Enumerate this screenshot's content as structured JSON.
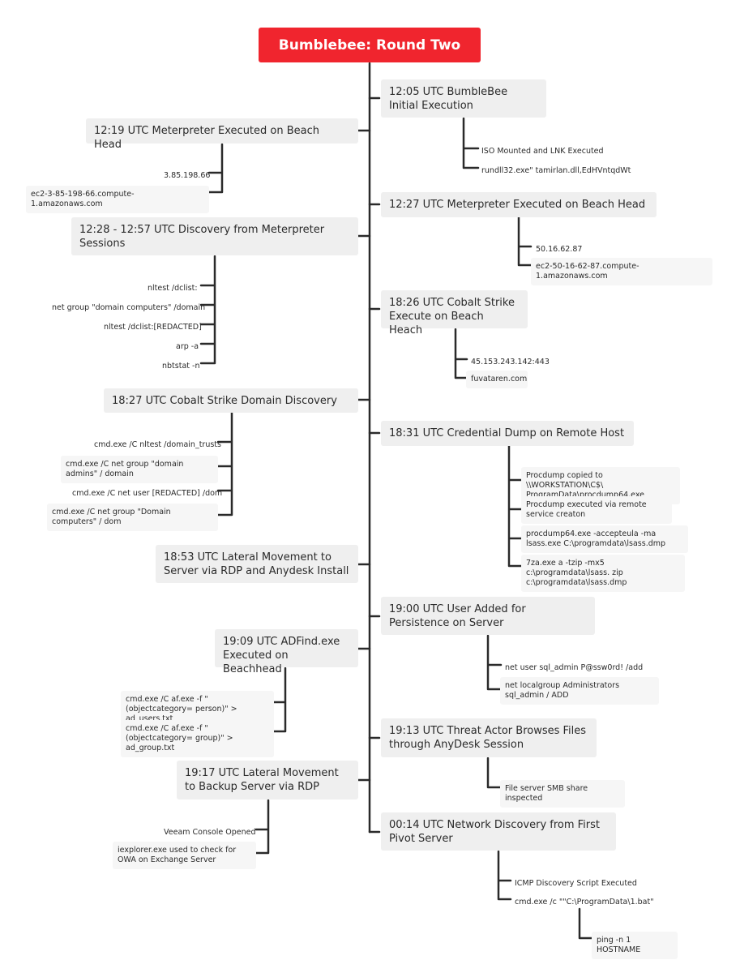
{
  "title": "Bumblebee: Round Two",
  "right": [
    {
      "label": "12:05 UTC BumbleBee Initial Execution",
      "items": [
        "ISO Mounted and LNK Executed",
        "rundll32.exe\" tamirlan.dll,EdHVntqdWt"
      ]
    },
    {
      "label": "12:27 UTC Meterpreter Executed on Beach Head",
      "items": [
        "50.16.62.87",
        "ec2-50-16-62-87.compute-1.amazonaws.com"
      ]
    },
    {
      "label": "18:26 UTC Cobalt Strike Execute on Beach Heach",
      "items": [
        "45.153.243.142:443",
        "fuvataren.com"
      ]
    },
    {
      "label": "18:31 UTC Credential Dump on Remote Host",
      "items": [
        "Procdump copied to \\\\WORKSTATION\\C$\\ ProgramData\\procdump64.exe",
        "Procdump executed via remote service creaton",
        "procdump64.exe -accepteula -ma lsass.exe C:\\programdata\\lsass.dmp",
        "7za.exe a -tzip -mx5 c:\\programdata\\lsass. zip c:\\programdata\\lsass.dmp"
      ]
    },
    {
      "label": "19:00 UTC User Added for Persistence on Server",
      "items": [
        "net user sql_admin P@ssw0rd! /add",
        "net localgroup Administrators sql_admin / ADD"
      ]
    },
    {
      "label": "19:13 UTC Threat Actor Browses Files through AnyDesk Session",
      "items": [
        "File server SMB share inspected"
      ]
    },
    {
      "label": "00:14 UTC Network Discovery from First Pivot Server",
      "items": [
        "ICMP Discovery Script Executed",
        "cmd.exe /c \"\"C:\\ProgramData\\1.bat\""
      ],
      "subitem": "ping  -n 1 HOSTNAME"
    }
  ],
  "left": [
    {
      "label": "12:19 UTC Meterpreter Executed on Beach Head",
      "items": [
        "3.85.198.66",
        "ec2-3-85-198-66.compute-1.amazonaws.com"
      ]
    },
    {
      "label": "12:28 - 12:57 UTC Discovery from Meterpreter Sessions",
      "items": [
        "nltest  /dclist:",
        "net  group \"domain computers\" /domain",
        "nltest  /dclist:[REDACTED]",
        "arp -a",
        "nbtstat -n"
      ]
    },
    {
      "label": "18:27 UTC Cobalt Strike Domain Discovery",
      "items": [
        "cmd.exe /C nltest /domain_trusts",
        "cmd.exe /C net group \"domain admins\" / domain",
        "cmd.exe /C net user [REDACTED] /dom",
        "cmd.exe /C net group \"Domain computers\" / dom"
      ]
    },
    {
      "label": "18:53 UTC Lateral Movement to Server via RDP and Anydesk Install",
      "items": []
    },
    {
      "label": "19:09 UTC ADFind.exe Executed on Beachhead",
      "items": [
        "cmd.exe /C af.exe -f \"(objectcategory= person)\" > ad_users.txt",
        "cmd.exe /C af.exe -f \"(objectcategory= group)\" > ad_group.txt"
      ]
    },
    {
      "label": "19:17 UTC Lateral Movement to Backup Server via RDP",
      "items": [
        "Veeam Console Opened",
        "iexplorer.exe used to check for OWA on Exchange Server"
      ]
    }
  ]
}
